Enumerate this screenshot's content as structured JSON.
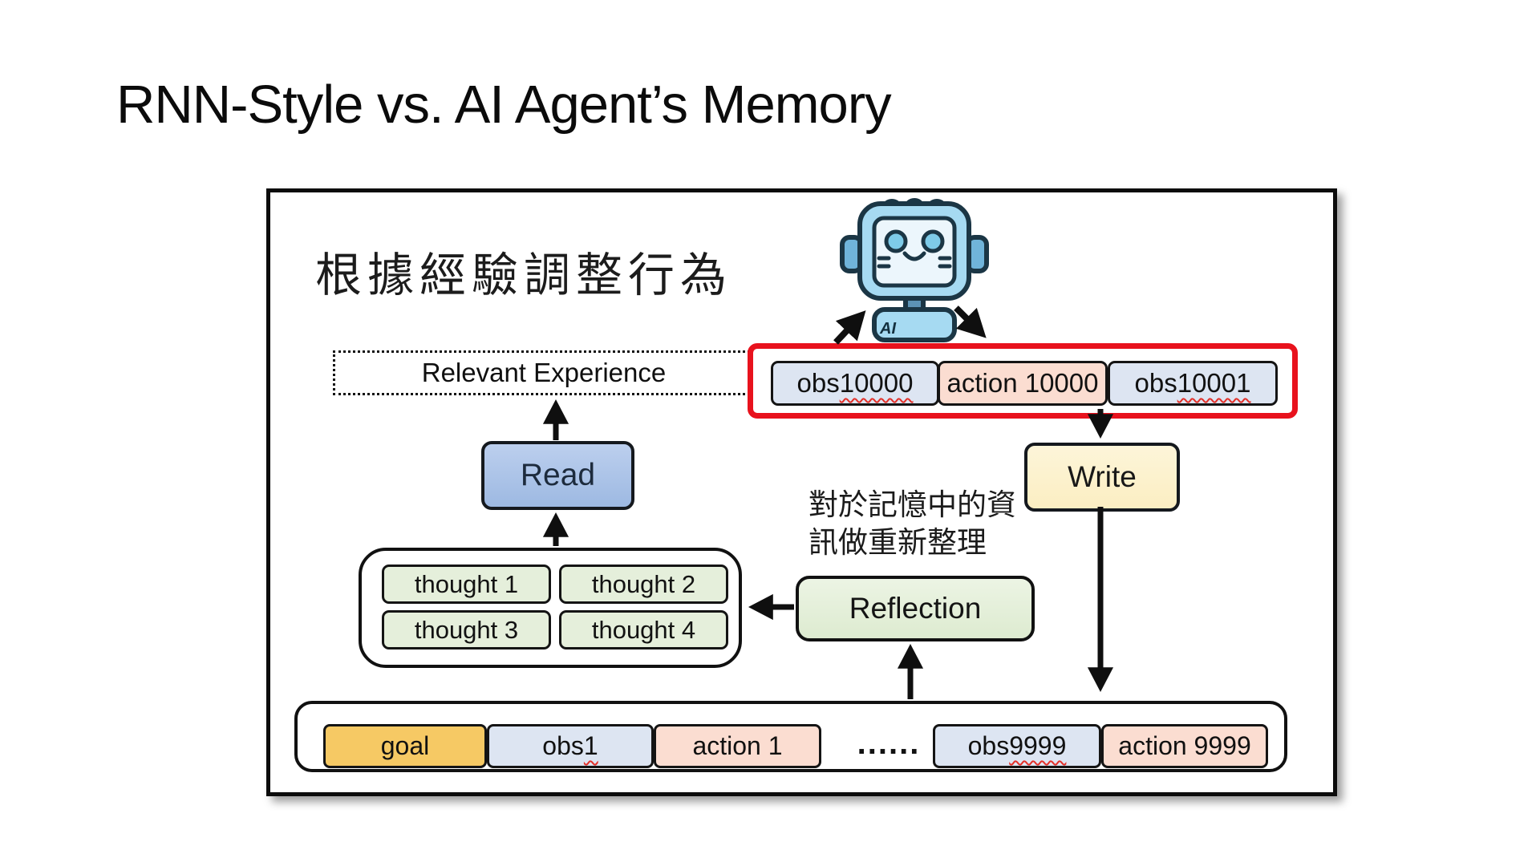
{
  "page": {
    "title": "RNN-Style vs. AI Agent’s Memory"
  },
  "diagram": {
    "heading_zh": "根據經驗調整行為",
    "robot_label": "AI",
    "relevant_experience_label": "Relevant Experience",
    "current_step": {
      "items": [
        {
          "label": "obs 10000",
          "type": "obs",
          "squiggle": true
        },
        {
          "label": "action 10000",
          "type": "action",
          "squiggle": false
        },
        {
          "label": "obs 10001",
          "type": "obs",
          "squiggle": true
        }
      ]
    },
    "read_label": "Read",
    "write_label": "Write",
    "reflection": {
      "label": "Reflection",
      "note_zh_line1": "對於記憶中的資",
      "note_zh_line2": "訊做重新整理"
    },
    "thoughts": [
      {
        "label": "thought 1"
      },
      {
        "label": "thought 2"
      },
      {
        "label": "thought 3"
      },
      {
        "label": "thought 4"
      }
    ],
    "memory": {
      "items": [
        {
          "label": "goal",
          "type": "goal",
          "squiggle": false
        },
        {
          "label": "obs 1",
          "type": "obs",
          "squiggle": true
        },
        {
          "label": "action 1",
          "type": "action",
          "squiggle": false
        },
        {
          "label": "......",
          "type": "dots",
          "squiggle": false
        },
        {
          "label": "obs 9999",
          "type": "obs",
          "squiggle": true
        },
        {
          "label": "action 9999",
          "type": "action",
          "squiggle": false
        }
      ]
    },
    "colors": {
      "obs_fill": "#dde5f2",
      "action_fill": "#fbddd1",
      "goal_fill": "#f6c964",
      "green_fill": "#e5efdb",
      "highlight_red": "#e8121d"
    }
  }
}
